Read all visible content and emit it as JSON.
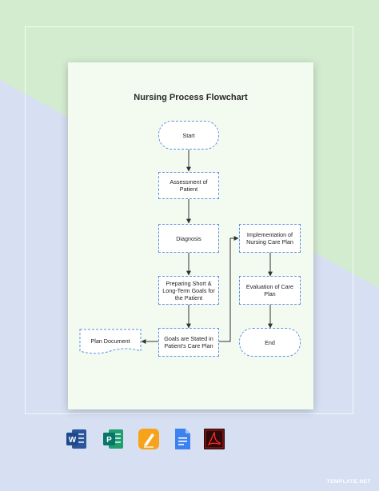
{
  "diagram": {
    "title": "Nursing Process Flowchart",
    "nodes": {
      "start": "Start",
      "assessment": "Assessment of Patient",
      "diagnosis": "Diagnosis",
      "goals_prep": "Preparing Short & Long-Term Goals for the Patient",
      "goals_stated": "Goals are Stated in Patient's Care Plan",
      "plan_doc": "Plan Document",
      "implementation": "Implementation of Nursing Care Plan",
      "evaluation": "Evaluation of Care Plan",
      "end": "End"
    },
    "edges": [
      [
        "start",
        "assessment"
      ],
      [
        "assessment",
        "diagnosis"
      ],
      [
        "diagnosis",
        "goals_prep"
      ],
      [
        "goals_prep",
        "goals_stated"
      ],
      [
        "goals_stated",
        "plan_doc"
      ],
      [
        "goals_stated",
        "implementation"
      ],
      [
        "implementation",
        "evaluation"
      ],
      [
        "evaluation",
        "end"
      ]
    ]
  },
  "colors": {
    "node_border": "#5b8fe0",
    "edge": "#333333",
    "sheet": "#f3fbf1",
    "bg_green": "#d3ecd0",
    "bg_blue": "#d6e0f2"
  },
  "file_formats": [
    "word-icon",
    "publisher-icon",
    "pages-icon",
    "google-docs-icon",
    "pdf-icon"
  ],
  "watermark": "TEMPLATE.NET"
}
